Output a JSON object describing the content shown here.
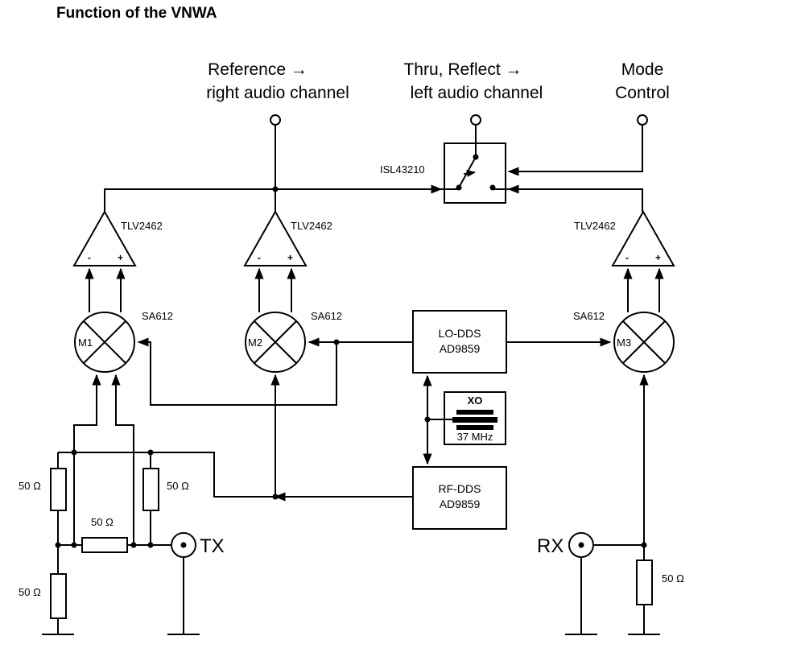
{
  "title": "Function of the VNWA",
  "outputs": {
    "reference": [
      "Reference  →",
      "right audio channel"
    ],
    "thru_reflect": [
      "Thru, Reflect  →",
      "left audio channel"
    ],
    "mode": [
      "Mode",
      "Control"
    ]
  },
  "switch_label": "ISL43210",
  "amp_label": "TLV2462",
  "mixer_label": "SA612",
  "mixers": [
    "M1",
    "M2",
    "M3"
  ],
  "lo_dds": [
    "LO-DDS",
    "AD9859"
  ],
  "rf_dds": [
    "RF-DDS",
    "AD9859"
  ],
  "xo": [
    "XO",
    "37 MHz"
  ],
  "resistor_label": "50 Ω",
  "ports": {
    "tx": "TX",
    "rx": "RX"
  },
  "amp_plus": "+",
  "amp_minus": "-"
}
